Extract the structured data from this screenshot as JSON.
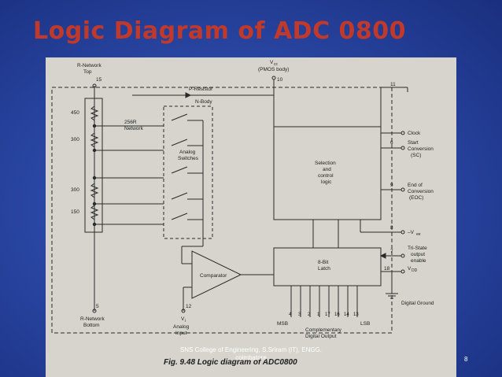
{
  "slide": {
    "title": "Logic Diagram of ADC 0800",
    "footer_line1": "SNS College of Engineering, S.Sriram (IT), ENGG.",
    "footer_line2": "coimbatore",
    "page_number": "8"
  },
  "diagram": {
    "rnetwork_top": "R-Network",
    "rnetwork_top2": "Top",
    "pin15": "15",
    "vcc_label": "V",
    "vcc_sub": "cc",
    "pmos_body": "(PMOS body)",
    "pin10": "10",
    "pin11": "11",
    "clock": "Clock",
    "presistor": "P-Resistor",
    "nbody": "N-Body",
    "r450": "450",
    "r300a": "300",
    "r300b": "300",
    "r150": "150",
    "r256": "256R",
    "network": "Network",
    "analog": "Analog",
    "switches": "Switches",
    "selection": "Selection",
    "and_": "and",
    "control": "control",
    "logic": "logic",
    "pin6": "6",
    "start": "Start",
    "conversion": "Conversion",
    "sc": "(SC)",
    "pin9": "9",
    "endof": "End of",
    "conversion2": "Conversion",
    "eoc": "(EOC)",
    "pin8": "8",
    "vee": "–V",
    "vee_sub": "ee",
    "latch1": "8-Bit",
    "latch2": "Latch",
    "pin7": "7",
    "tristate": "Tri-State",
    "output": "output",
    "enable": "enable",
    "pin18": "18",
    "vdd": "V",
    "vdd_sub": "DD",
    "digital_ground": "Digital Ground",
    "comparator": "Comparator",
    "pin5": "5",
    "rnet_bottom": "R-Network",
    "rnet_bottom2": "Bottom",
    "pin12": "12",
    "vi": "V",
    "vi_sub": "i",
    "analog_input": "Analog",
    "analog_input2": "Input",
    "msb": "MSB",
    "lsb": "LSB",
    "bit_pins": [
      "4",
      "3",
      "2",
      "1",
      "17",
      "16",
      "14",
      "13"
    ],
    "complementary": "Complementary",
    "digital_output": "Digital Output",
    "caption": "Fig. 9.48  Logic diagram of ADC0800"
  }
}
